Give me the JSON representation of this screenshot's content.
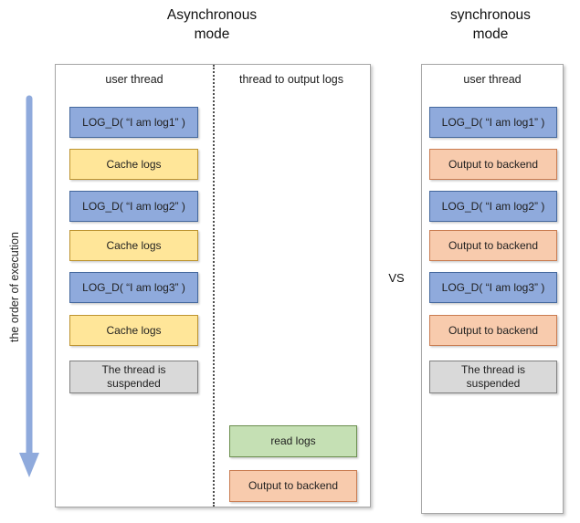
{
  "titles": {
    "async_line1": "Asynchronous",
    "async_line2": "mode",
    "sync_line1": "synchronous",
    "sync_line2": "mode"
  },
  "vs_label": "VS",
  "execution_axis": {
    "label": "the order of execution"
  },
  "async_panel": {
    "headers": {
      "user_thread": "user thread",
      "logger_thread": "thread to output logs"
    },
    "user_thread_boxes": [
      {
        "type": "log",
        "label": "LOG_D( “I am log1” )"
      },
      {
        "type": "cache",
        "label": "Cache logs"
      },
      {
        "type": "log",
        "label": "LOG_D( “I am log2” )"
      },
      {
        "type": "cache",
        "label": "Cache logs"
      },
      {
        "type": "log",
        "label": "LOG_D( “I am log3” )"
      },
      {
        "type": "cache",
        "label": "Cache logs"
      },
      {
        "type": "suspended",
        "label": "The thread is suspended"
      }
    ],
    "logger_thread_boxes": [
      {
        "type": "read",
        "label": "read logs"
      },
      {
        "type": "output",
        "label": "Output to backend"
      }
    ]
  },
  "sync_panel": {
    "header": "user thread",
    "user_thread_boxes": [
      {
        "type": "log",
        "label": "LOG_D( “I am log1” )"
      },
      {
        "type": "output",
        "label": "Output to backend"
      },
      {
        "type": "log",
        "label": "LOG_D( “I am log2” )"
      },
      {
        "type": "output",
        "label": "Output to backend"
      },
      {
        "type": "log",
        "label": "LOG_D( “I am log3” )"
      },
      {
        "type": "output",
        "label": "Output to backend"
      },
      {
        "type": "suspended",
        "label": "The thread is suspended"
      }
    ]
  },
  "palette": {
    "log_fill": "#8FAADC",
    "log_border": "#44689D",
    "cache_fill": "#FFE699",
    "cache_border": "#BD9430",
    "output_fill": "#F8CBAD",
    "output_border": "#C97C51",
    "read_fill": "#C5E0B4",
    "read_border": "#6B8E4E",
    "suspended_fill": "#D9D9D9",
    "suspended_border": "#808080",
    "arrow": "#8FAADC",
    "panel_border": "#A6A6A6",
    "divider": "#4D4D4D"
  }
}
